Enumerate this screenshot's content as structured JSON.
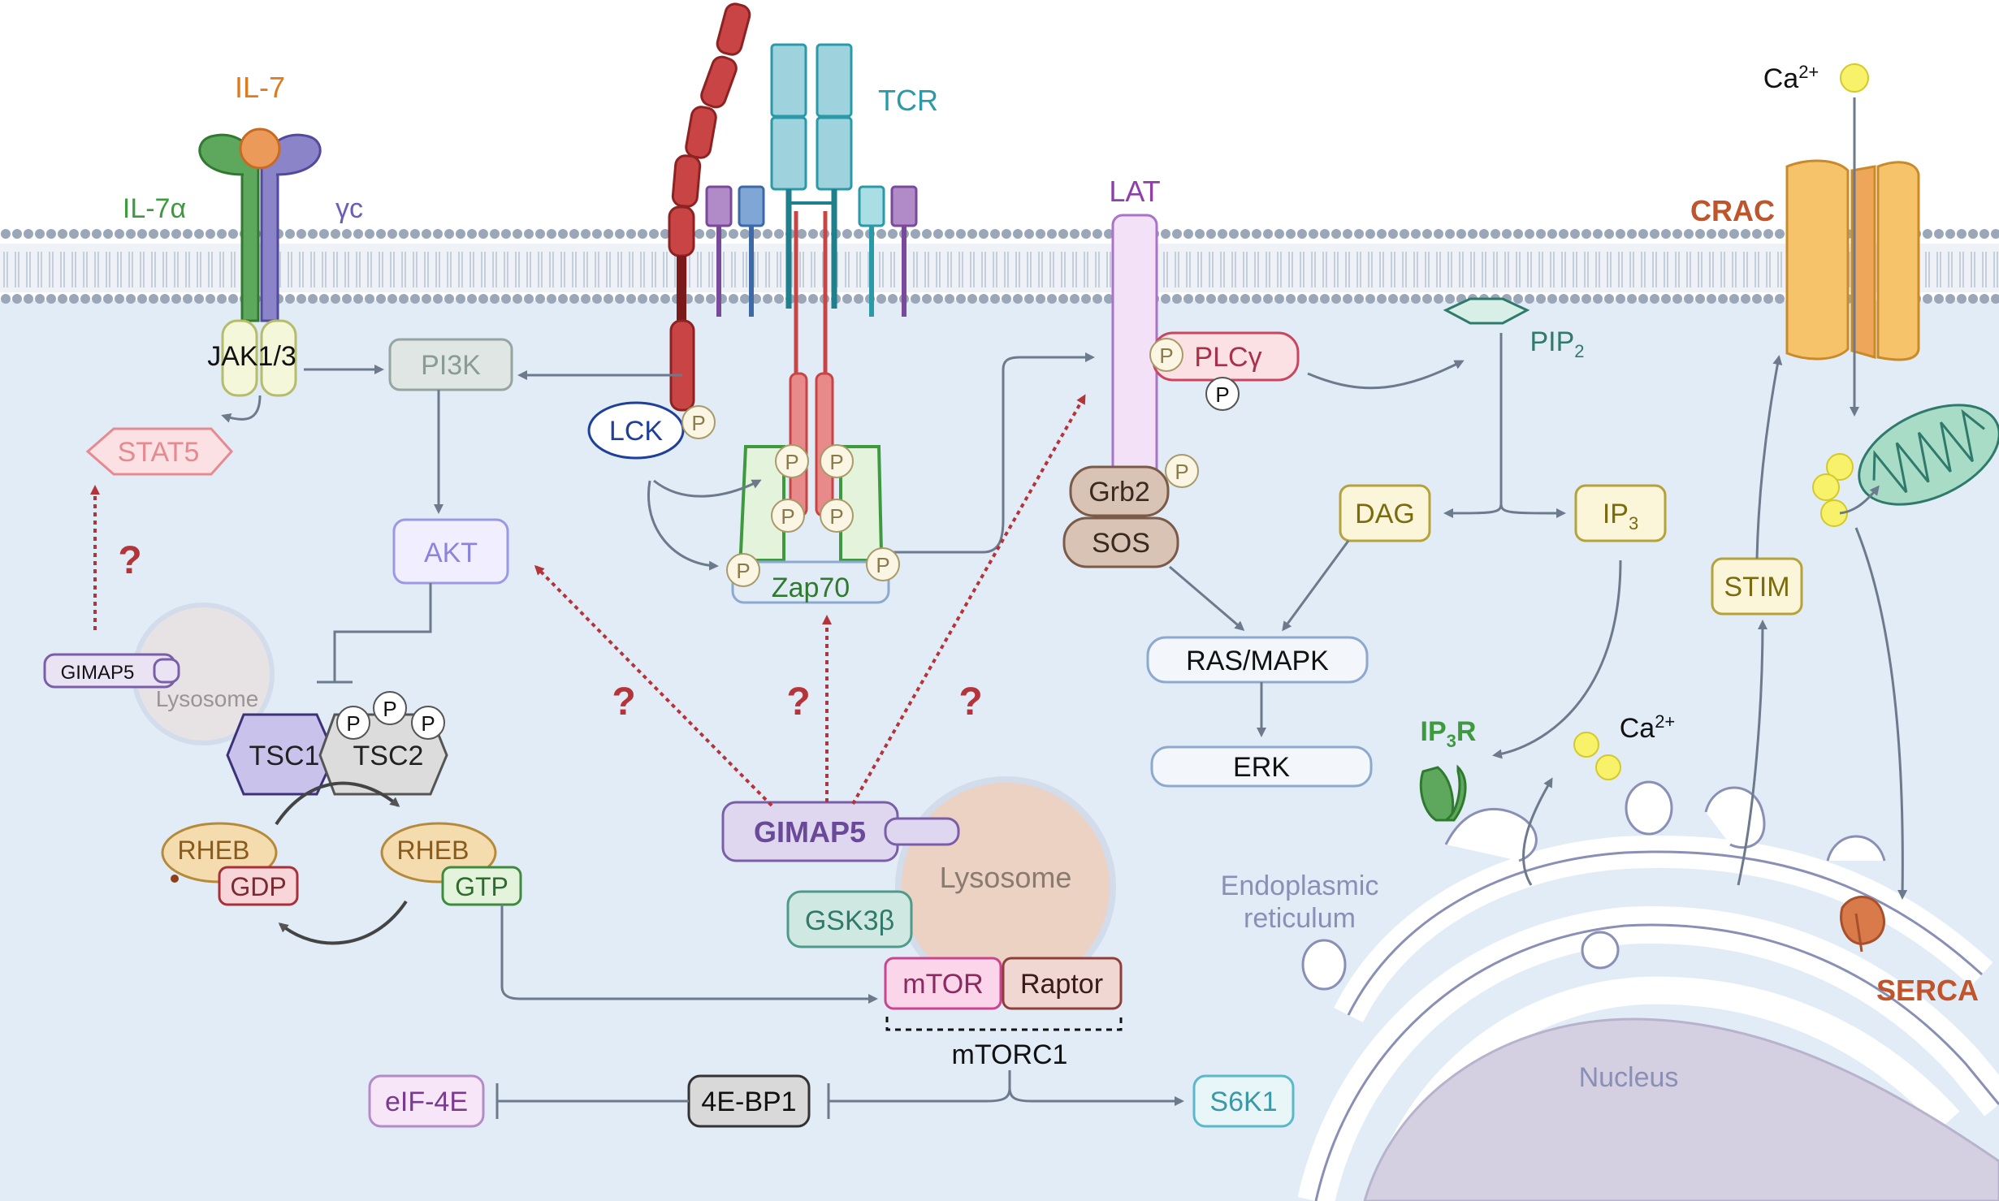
{
  "ligand": {
    "label": "IL-7"
  },
  "il7_receptor": {
    "alpha_label": "IL-7α",
    "gamma_label": "γc",
    "jak_label": "JAK1/3"
  },
  "tcr": {
    "label": "TCR"
  },
  "lat": {
    "label": "LAT"
  },
  "crac": {
    "label": "CRAC"
  },
  "calcium": {
    "top_label_base": "Ca",
    "top_label_sup": "2+",
    "er_label_base": "Ca",
    "er_label_sup": "2+"
  },
  "nodes": {
    "pi3k": "PI3K",
    "stat5": "STAT5",
    "akt": "AKT",
    "lck": "LCK",
    "zap70": "Zap70",
    "plcg": "PLCγ",
    "pip2_base": "PIP",
    "pip2_sub": "2",
    "grb2": "Grb2",
    "sos": "SOS",
    "dag": "DAG",
    "ip3_base": "IP",
    "ip3_sub": "3",
    "stim": "STIM",
    "ras_mapk": "RAS/MAPK",
    "erk": "ERK",
    "tsc1": "TSC1",
    "tsc2": "TSC2",
    "rheb_gdp": "RHEB",
    "gdp": "GDP",
    "rheb_gtp": "RHEB",
    "gtp": "GTP",
    "gimap5_small": "GIMAP5",
    "lysosome_small": "Lysosome",
    "gimap5_main": "GIMAP5",
    "lysosome_main": "Lysosome",
    "gsk3b": "GSK3β",
    "mtor": "mTOR",
    "raptor": "Raptor",
    "mtorc1": "mTORC1",
    "eif4e": "eIF-4E",
    "bp1": "4E-BP1",
    "s6k1": "S6K1"
  },
  "organelles": {
    "ip3r_base": "IP",
    "ip3r_sub": "3",
    "ip3r_suffix": "R",
    "er_line1": "Endoplasmic",
    "er_line2": "reticulum",
    "nucleus": "Nucleus",
    "serca": "SERCA"
  },
  "phospho": "P",
  "question": "?",
  "colors": {
    "cytoplasm": "#e1ecf7",
    "membrane_head": "#9aa7b8",
    "arrow": "#6c7a8c",
    "question": "#b5343a",
    "il7": "#e07a1f",
    "il7a": "#3f9a3f",
    "gc": "#6a5fb3",
    "tcr": "#2a9aa8",
    "lat": "#8e3fa8",
    "crac": "#c0542a",
    "serca": "#c0542a",
    "ip3r": "#3f9a3f"
  }
}
